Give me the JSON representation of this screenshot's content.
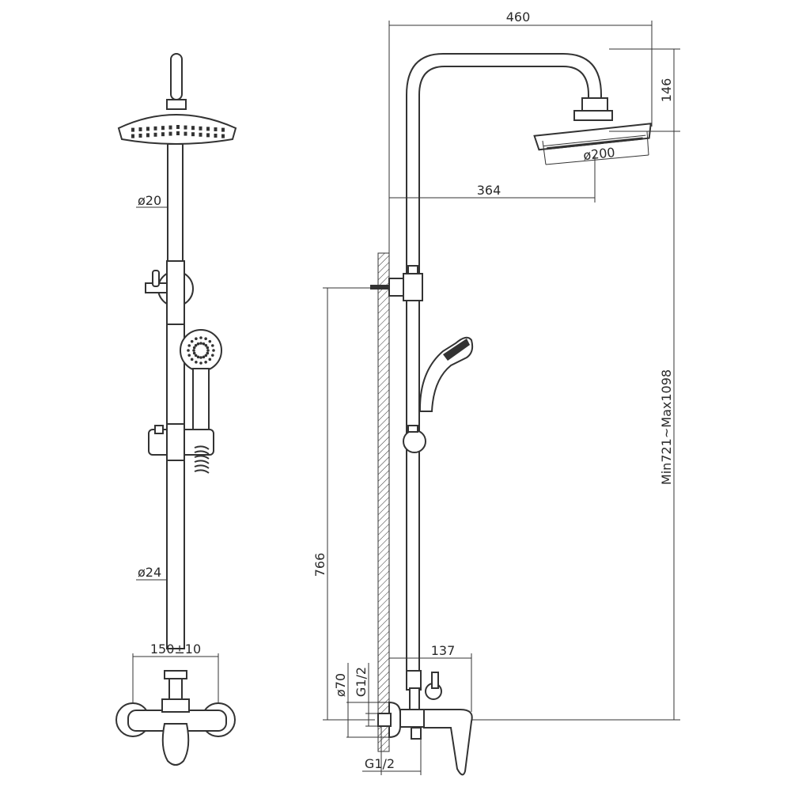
{
  "front_view": {
    "pipe_upper_diameter": "ø20",
    "pipe_lower_diameter": "ø24",
    "mixer_centers": "150±10"
  },
  "side_view": {
    "total_width": "460",
    "head_drop": "146",
    "head_diameter": "ø200",
    "head_reach": "364",
    "bracket_height": "766",
    "height_range": "Min721~Max1098",
    "mixer_projection": "137",
    "inlet_diameter": "ø70",
    "inlet_thread_upper": "G1/2",
    "inlet_thread_lower": "G1/2"
  },
  "colors": {
    "line": "#333333",
    "background": "#ffffff"
  }
}
